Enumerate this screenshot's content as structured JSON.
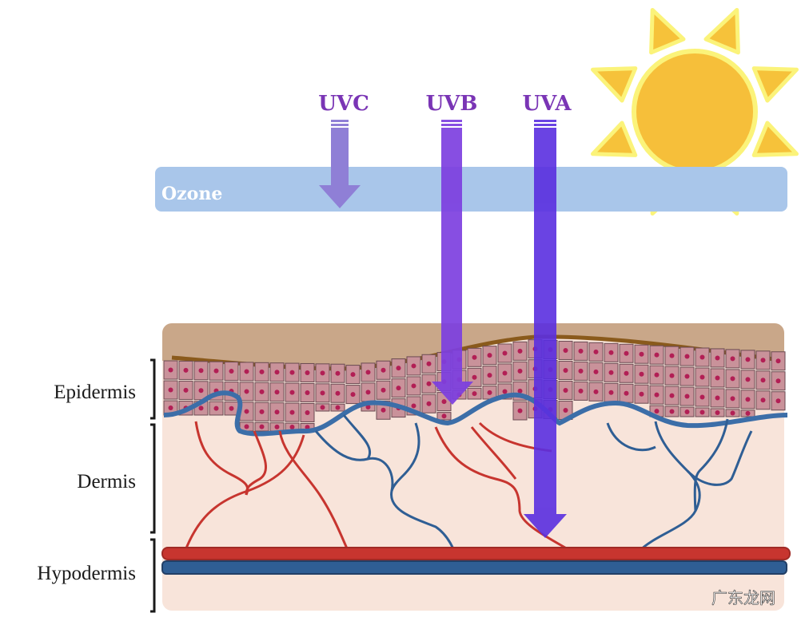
{
  "rays": [
    {
      "label": "UVC",
      "color": "#7a35b5",
      "fill": "#8f7fd6"
    },
    {
      "label": "UVB",
      "color": "#7a35b5",
      "fill": "#7d3fe0"
    },
    {
      "label": "UVA",
      "color": "#7a35b5",
      "fill": "#5a2fe0"
    }
  ],
  "ozone": {
    "label": "Ozone",
    "color": "#a9c6ea"
  },
  "layers": {
    "epidermis": "Epidermis",
    "dermis": "Dermis",
    "hypodermis": "Hypodermis"
  },
  "colors": {
    "sun": "#f6bf3a",
    "sun_rays": "#f6c23a",
    "skin_surface": "#c9a789",
    "dermis": "#f8e4da",
    "cells": "#c9929a",
    "nuclei": "#b21f55",
    "artery": "#c7352f",
    "vein": "#2f5e94"
  },
  "watermark": "广东龙网"
}
